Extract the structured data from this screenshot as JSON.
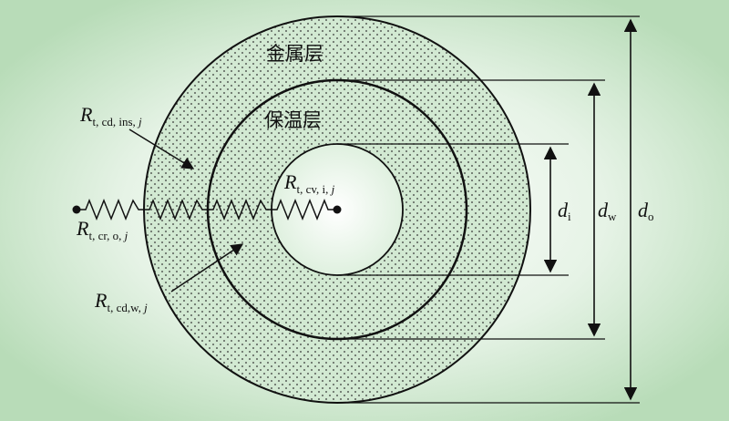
{
  "labels": {
    "outer_layer": "金属层",
    "insulation_layer": "保温层",
    "r_cd_ins": {
      "main": "R",
      "sub": "t, cd, ins, ",
      "italic": "j"
    },
    "r_cv_i": {
      "main": "R",
      "sub": "t, cv, i, ",
      "italic": "j"
    },
    "r_cr_o": {
      "main": "R",
      "sub": "t, cr, o, ",
      "italic": "j"
    },
    "r_cd_w": {
      "main": "R",
      "sub": "t, cd,w, ",
      "italic": "j"
    },
    "d_i": {
      "main": "d",
      "sub": "i"
    },
    "d_w": {
      "main": "d",
      "sub": "w"
    },
    "d_o": {
      "main": "d",
      "sub": "o"
    }
  },
  "colors": {
    "background_center": "#ffffff",
    "background_edge": "#b8dcb8",
    "ring_fill": "#cfe8cf",
    "inner_fill": "#eef7ee",
    "stroke": "#111111",
    "dots": "#2a2a2a"
  }
}
